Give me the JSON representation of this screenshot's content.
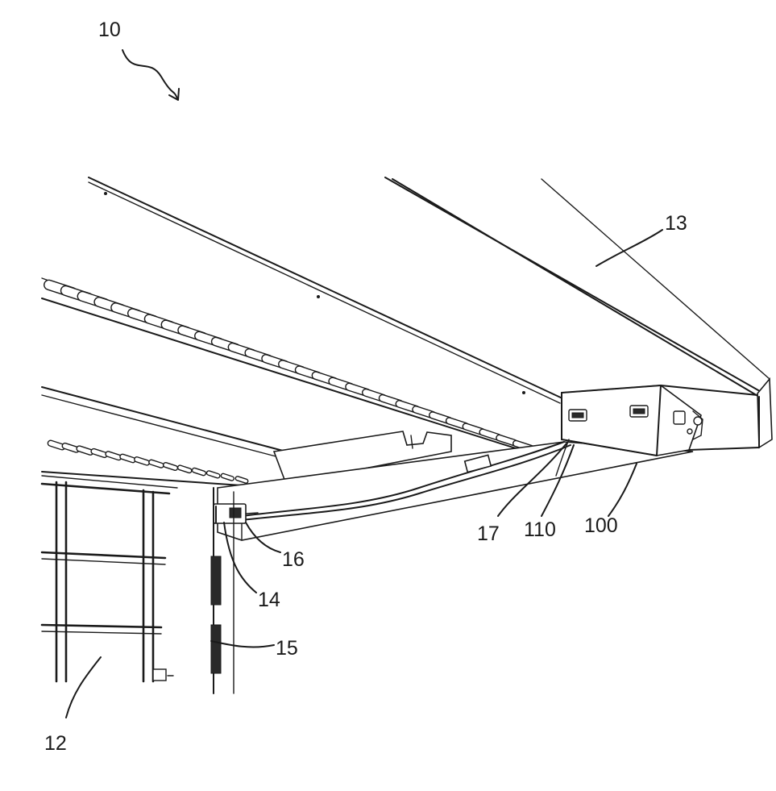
{
  "figure": {
    "labels": {
      "l10": "10",
      "l13": "13",
      "l17": "17",
      "l110": "110",
      "l100": "100",
      "l16": "16",
      "l14": "14",
      "l15": "15",
      "l12": "12"
    }
  }
}
